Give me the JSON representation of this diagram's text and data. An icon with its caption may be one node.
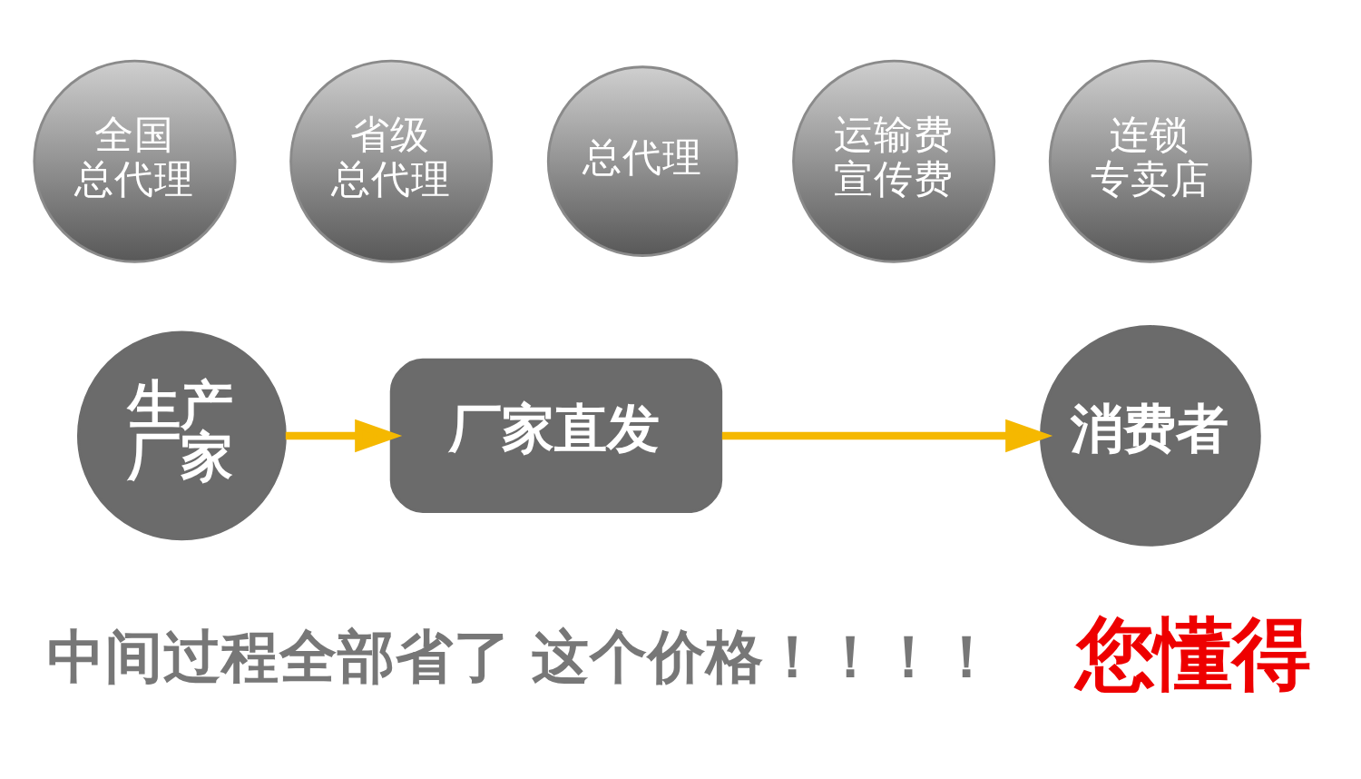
{
  "diagram": {
    "nodes": [
      {
        "text": [
          "生产厂家"
        ]
      },
      {
        "text": [
          "全国总代理"
        ]
      },
      {
        "text": [
          "省级总代理"
        ]
      },
      {
        "text": [
          "总代理"
        ]
      },
      {
        "text": [
          "运输费宣传费"
        ]
      },
      {
        "text": [
          "连锁专卖店"
        ]
      },
      {
        "text": [
          "厂家直发"
        ]
      },
      {
        "text": [
          "消费者"
        ]
      }
    ],
    "edges": [
      {
        "from": 0,
        "to": 6,
        "arrow": "to"
      },
      {
        "from": 6,
        "to": 7,
        "arrow": "to"
      }
    ],
    "labels": [
      "中间过程全部省了 这个价格！！！！",
      "您懂得"
    ]
  }
}
